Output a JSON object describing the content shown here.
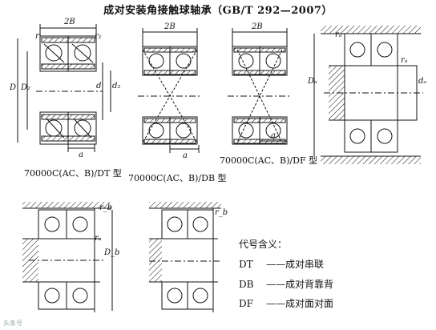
{
  "title": "成对安装角接触球轴承（GB/T 292—2007）",
  "captions": {
    "dt": "70000C(AC、B)/DT 型",
    "db": "70000C(AC、B)/DB 型",
    "df": "70000C(AC、B)/DF 型"
  },
  "dim_labels": {
    "twoB": "2B",
    "r": "r",
    "r1": "r₁",
    "D": "D",
    "D2": "D₂",
    "d": "d",
    "d2": "d₂",
    "a": "a",
    "ra": "rₐ",
    "Da": "Dₐ",
    "da": "dₐ",
    "rb": "r_b",
    "Db": "D_b"
  },
  "legend": {
    "heading": "代号含义：",
    "rows": [
      {
        "code": "DT",
        "dash": "——",
        "meaning": "成对串联"
      },
      {
        "code": "DB",
        "dash": "——",
        "meaning": "成对背靠背"
      },
      {
        "code": "DF",
        "dash": "——",
        "meaning": "成对面对面"
      }
    ]
  },
  "watermark": "头条号"
}
